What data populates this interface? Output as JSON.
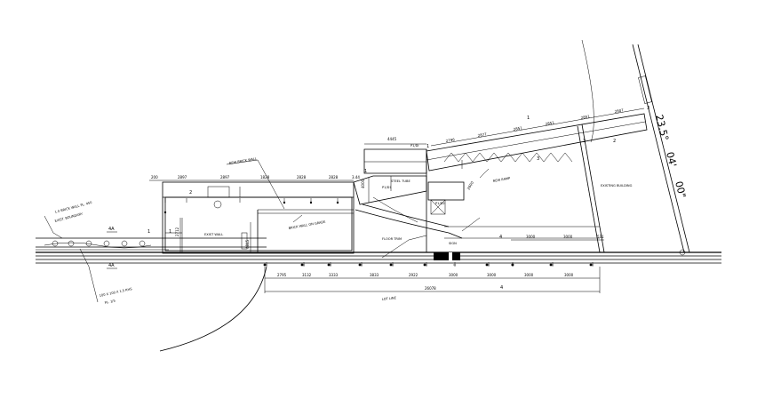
{
  "drawing": {
    "bearing": [
      "23.5°",
      "04'",
      "00\""
    ],
    "dims_top_left": [
      "200",
      "2897",
      "2897",
      "1828",
      "2828",
      "2828",
      "3.44"
    ],
    "dims_center": [
      "4445",
      "2796",
      "2877",
      "2851",
      "2851",
      "2851",
      "2807"
    ],
    "dims_bottom": [
      "2795",
      "3132",
      "3333",
      "3833",
      "2922",
      "3000",
      "3000",
      "3000",
      "3000"
    ],
    "dims_right": [
      "3000",
      "3000",
      "531"
    ],
    "dim_total": "26078",
    "dims_vertical": [
      "2712",
      "4845",
      "2600",
      "4000"
    ],
    "section_marks": [
      "4A",
      "4A",
      "1",
      "1",
      "2",
      "3",
      "4",
      "4",
      "2",
      "1"
    ],
    "small_labels": [
      "1",
      "3",
      "3",
      "1"
    ],
    "notes": [
      "1.0 BRICK WALL PL. 450",
      "EXIST. BOUNDARY",
      "100 X 100 X 1.5 RHS",
      "PL. 1/5",
      "P1/DI",
      "P1/D1",
      "P1/D2",
      "STEEL TUBE",
      "FLOOR TRIM",
      "EXIST WALL",
      "NEW BRICK WALL",
      "SIGN",
      "EXISTING BUILDING",
      "NEW RAMP",
      "BRICK WALL ON GRADE",
      "LOT LINE"
    ]
  }
}
